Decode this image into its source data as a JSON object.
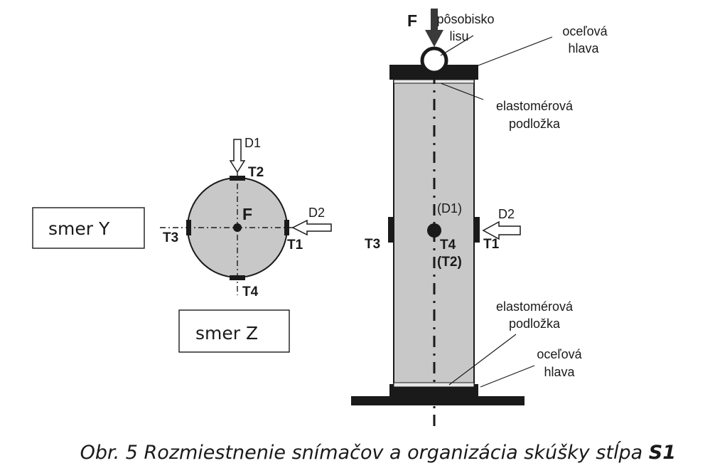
{
  "labels": {
    "force": "F",
    "force_center": "F",
    "press_point_1": "pôsobisko",
    "press_point_2": "lisu",
    "steel_head_top_1": "oceľová",
    "steel_head_top_2": "hlava",
    "elastomer_top_1": "elastomérová",
    "elastomer_top_2": "podložka",
    "elastomer_bottom_1": "elastomérová",
    "elastomer_bottom_2": "podložka",
    "steel_head_bottom_1": "oceľová",
    "steel_head_bottom_2": "hlava",
    "d1_plan": "D1",
    "d2_plan": "D2",
    "t1_plan": "T1",
    "t2_plan": "T2",
    "t3_plan": "T3",
    "t4_plan": "T4",
    "d1_side": "(D1)",
    "d2_side": "D2",
    "t1_side": "T1",
    "t3_side": "T3",
    "t4_side": "T4",
    "t2_side": "(T2)"
  },
  "boxes": {
    "direction_y": "smer Y",
    "direction_z": "smer Z"
  },
  "caption": {
    "text": "Obr. 5  Rozmiestnenie snímačov a organizácia skúšky stĺpa ",
    "bold": "S1"
  },
  "colors": {
    "column_fill": "#c8c8c8",
    "steel": "#1a1a1a",
    "line": "#1a1a1a"
  }
}
